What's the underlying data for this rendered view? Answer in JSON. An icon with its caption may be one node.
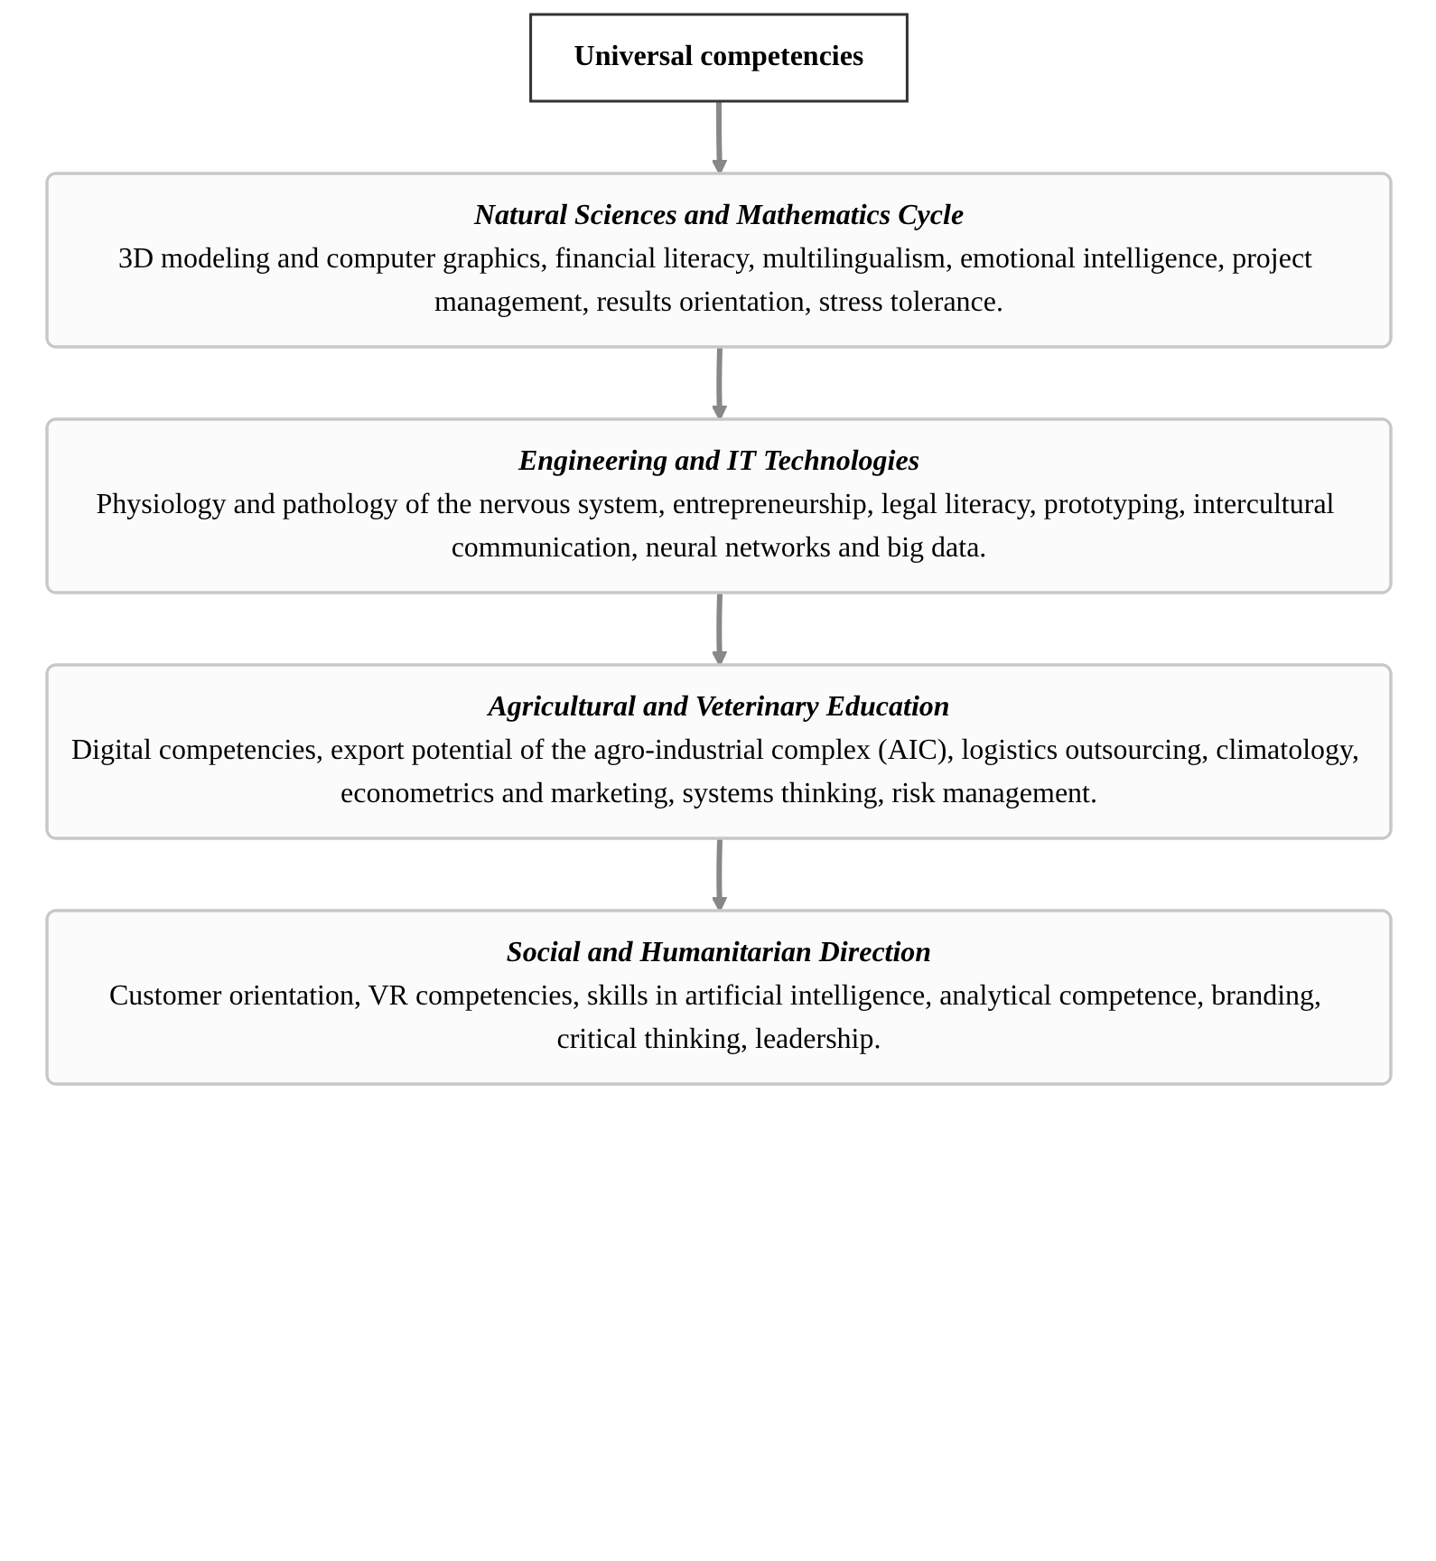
{
  "diagram": {
    "nodes": [
      {
        "text": [
          "Universal competencies"
        ]
      },
      {
        "text": [
          "Natural Sciences and Mathematics Cycle",
          "3D modeling and computer graphics, financial literacy, multilingualism, emotional intelligence, project management, results orientation, stress tolerance."
        ]
      },
      {
        "text": [
          "Engineering and IT Technologies",
          "Physiology and pathology of the nervous system, entrepreneurship, legal literacy, prototyping, intercultural communication, neural networks and big data."
        ]
      },
      {
        "text": [
          "Agricultural and Veterinary Education",
          "Digital competencies, export potential of the agro-industrial complex (AIC), logistics outsourcing, climatology, econometrics and marketing, systems thinking, risk management."
        ]
      },
      {
        "text": [
          "Social and Humanitarian Direction",
          "Customer orientation, VR competencies, skills in artificial intelligence, analytical competence, branding, critical thinking, leadership."
        ]
      }
    ],
    "edges": [
      {
        "from": 0,
        "to": 1,
        "arrow": "to"
      },
      {
        "from": 1,
        "to": 2,
        "arrow": "to"
      },
      {
        "from": 2,
        "to": 3,
        "arrow": "to"
      },
      {
        "from": 3,
        "to": 4,
        "arrow": "to"
      }
    ]
  }
}
